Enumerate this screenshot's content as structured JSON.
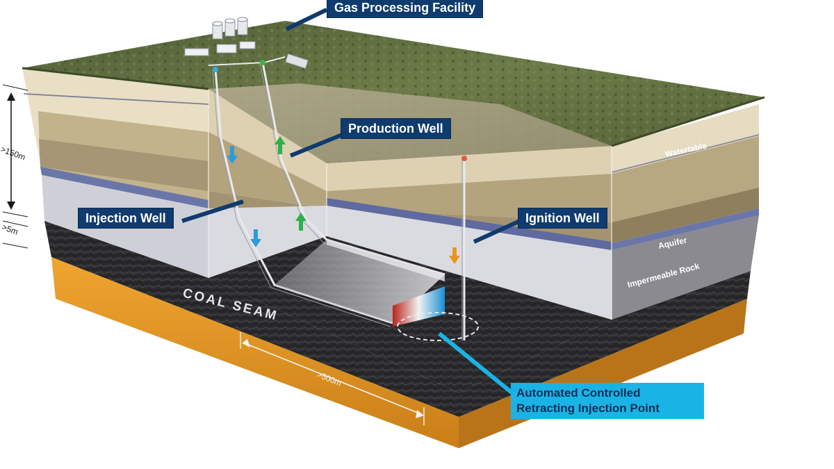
{
  "labels": {
    "gas_processing_facility": "Gas Processing Facility",
    "production_well": "Production Well",
    "injection_well": "Injection Well",
    "ignition_well": "Ignition Well",
    "automated_point_line1": "Automated Controlled",
    "automated_point_line2": "Retracting Injection Point",
    "watertable": "Watertable",
    "aquifer": "Aquifer",
    "impermeable_rock": "Impermeable Rock",
    "coal_seam": "COAL SEAM",
    "depth_150": ">150m",
    "depth_5": ">5m",
    "length_500": ">500m"
  },
  "colors": {
    "callout_dark": "#0f3b6e",
    "callout_cyan": "#1ab3e6",
    "surface": "#5e6b3f",
    "sand_light": "#e6dcc2",
    "sand_mid": "#b8a881",
    "aquifer_band": "#6b76a8",
    "impermeable": "#cfcfd6",
    "coal": "#2a2a2c",
    "base_orange": "#e09a2b",
    "arrow_blue": "#2d9bd8",
    "arrow_green": "#2fb04a",
    "arrow_orange": "#e8961e"
  }
}
